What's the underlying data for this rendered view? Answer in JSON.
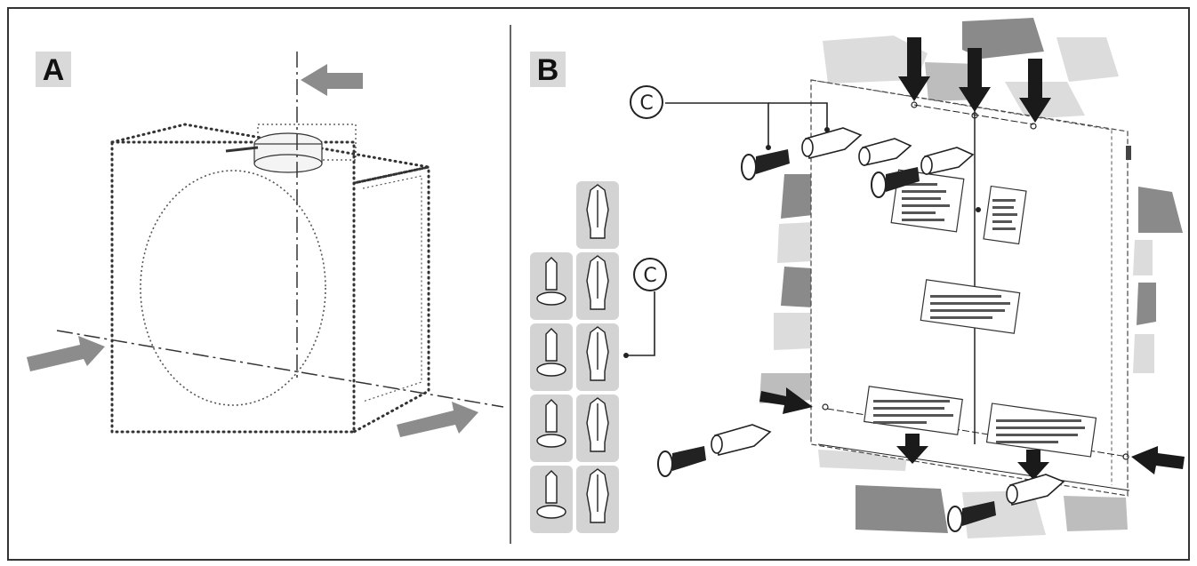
{
  "panels": {
    "a": {
      "label": "A"
    },
    "b": {
      "label": "B"
    }
  },
  "callouts": {
    "top": "C",
    "side": "C"
  },
  "colors": {
    "arrow_gray": "#8c8c8c",
    "arrow_dark": "#1a1a1a",
    "brick_light": "#dcdcdc",
    "brick_mid": "#bdbdbd",
    "brick_dark": "#8a8a8a",
    "tile_bg": "#d3d3d3"
  },
  "icons": [
    "down-arrow-icon",
    "left-arrow-icon",
    "right-arrow-icon",
    "screw-icon",
    "wall-plug-icon"
  ]
}
